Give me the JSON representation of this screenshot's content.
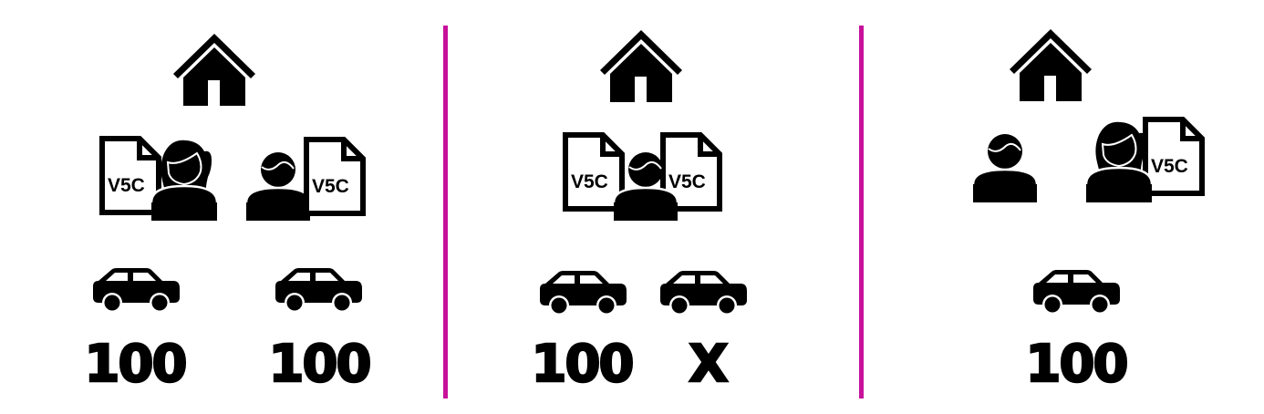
{
  "colors": {
    "icon": "#000000",
    "divider": "#c8119b",
    "background": "#ffffff"
  },
  "document_label": "V5C",
  "panels": [
    {
      "id": "scenario-1",
      "icons": [
        "house-icon",
        "document-icon",
        "woman-icon",
        "man-icon",
        "document-icon",
        "car-icon",
        "car-icon"
      ],
      "people": [
        {
          "type": "woman",
          "document": "V5C",
          "document_side": "left"
        },
        {
          "type": "man",
          "document": "V5C",
          "document_side": "right"
        }
      ],
      "cars": [
        {
          "value": "100"
        },
        {
          "value": "100"
        }
      ]
    },
    {
      "id": "scenario-2",
      "icons": [
        "house-icon",
        "document-icon",
        "man-icon",
        "document-icon",
        "car-icon",
        "car-icon"
      ],
      "people": [
        {
          "type": "man",
          "documents": [
            "V5C",
            "V5C"
          ]
        }
      ],
      "cars": [
        {
          "value": "100"
        },
        {
          "value": "X"
        }
      ]
    },
    {
      "id": "scenario-3",
      "icons": [
        "house-icon",
        "man-icon",
        "woman-icon",
        "document-icon",
        "car-icon"
      ],
      "people": [
        {
          "type": "man",
          "document": null
        },
        {
          "type": "woman",
          "document": "V5C",
          "document_side": "right"
        }
      ],
      "cars": [
        {
          "value": "100"
        }
      ]
    }
  ]
}
